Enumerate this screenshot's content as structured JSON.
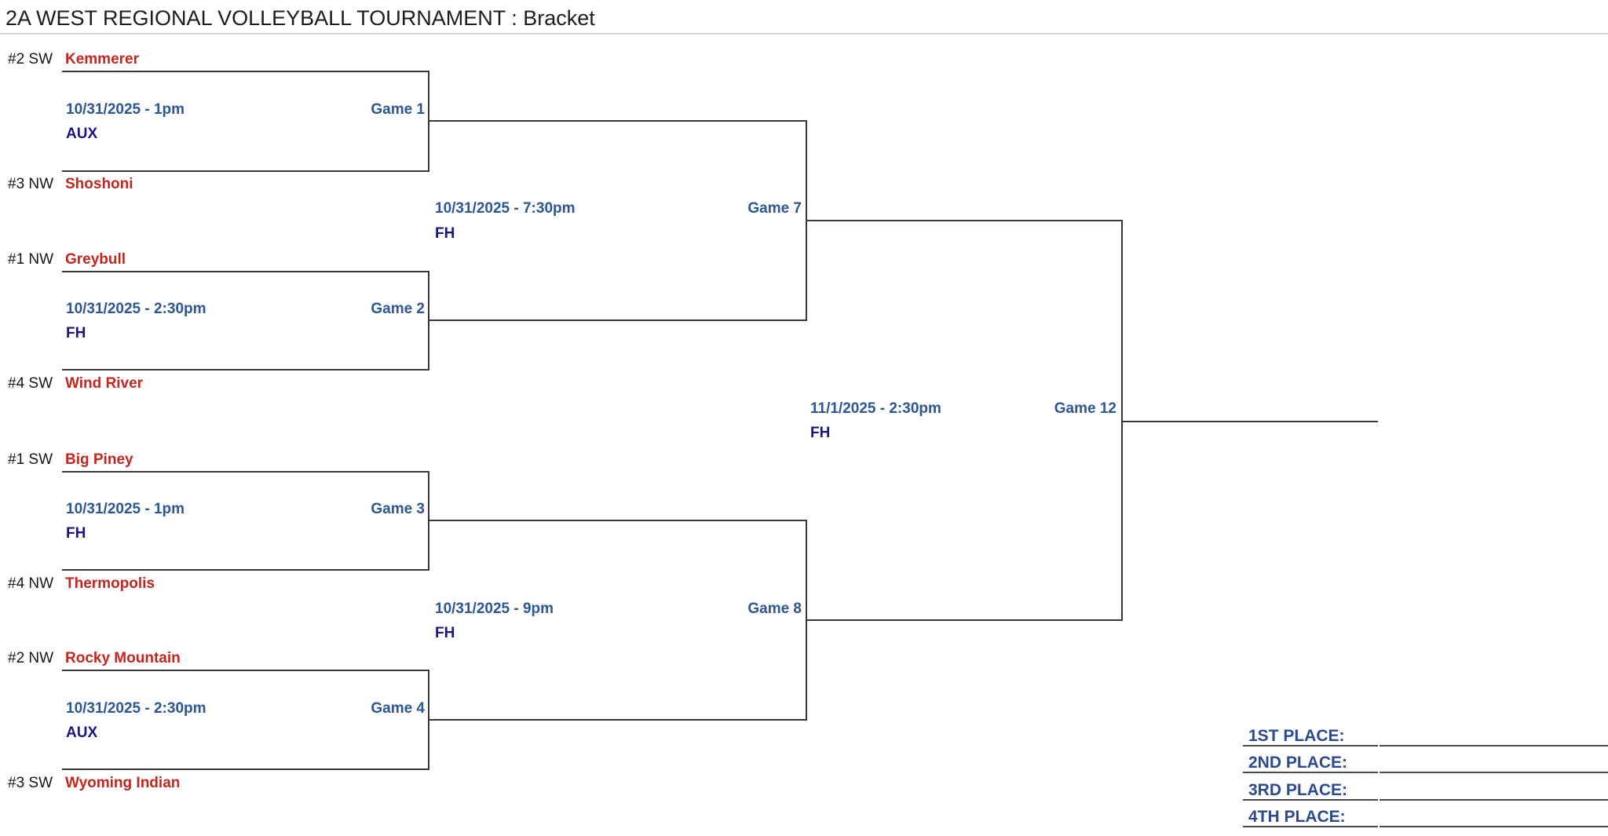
{
  "header": {
    "title": "2A WEST REGIONAL VOLLEYBALL TOURNAMENT : Bracket"
  },
  "bracket": {
    "teams": [
      {
        "seed": "#2 SW",
        "name": "Kemmerer"
      },
      {
        "seed": "#3 NW",
        "name": "Shoshoni"
      },
      {
        "seed": "#1 NW",
        "name": "Greybull"
      },
      {
        "seed": "#4 SW",
        "name": "Wind River"
      },
      {
        "seed": "#1 SW",
        "name": "Big Piney"
      },
      {
        "seed": "#4 NW",
        "name": "Thermopolis"
      },
      {
        "seed": "#2 NW",
        "name": "Rocky Mountain"
      },
      {
        "seed": "#3 SW",
        "name": "Wyoming Indian"
      }
    ],
    "games": [
      {
        "label": "Game 1",
        "datetime": "10/31/2025 - 1pm",
        "venue": "AUX"
      },
      {
        "label": "Game 2",
        "datetime": "10/31/2025 - 2:30pm",
        "venue": "FH"
      },
      {
        "label": "Game 3",
        "datetime": "10/31/2025 - 1pm",
        "venue": "FH"
      },
      {
        "label": "Game 4",
        "datetime": "10/31/2025 - 2:30pm",
        "venue": "AUX"
      },
      {
        "label": "Game 7",
        "datetime": "10/31/2025 - 7:30pm",
        "venue": "FH"
      },
      {
        "label": "Game 8",
        "datetime": "10/31/2025 - 9pm",
        "venue": "FH"
      },
      {
        "label": "Game 12",
        "datetime": "11/1/2025 - 2:30pm",
        "venue": "FH"
      }
    ]
  },
  "placements": {
    "rows": [
      {
        "label": "1ST PLACE:",
        "value": ""
      },
      {
        "label": "2ND PLACE:",
        "value": ""
      },
      {
        "label": "3RD PLACE:",
        "value": ""
      },
      {
        "label": "4TH PLACE:",
        "value": ""
      }
    ]
  },
  "colors": {
    "team_red": "#c1271e",
    "game_blue": "#2d5694",
    "venue_navy": "#171687",
    "placement_navy": "#2a4b8d",
    "bracket_line": "#383838",
    "separator_gray": "#d6d6d6"
  }
}
